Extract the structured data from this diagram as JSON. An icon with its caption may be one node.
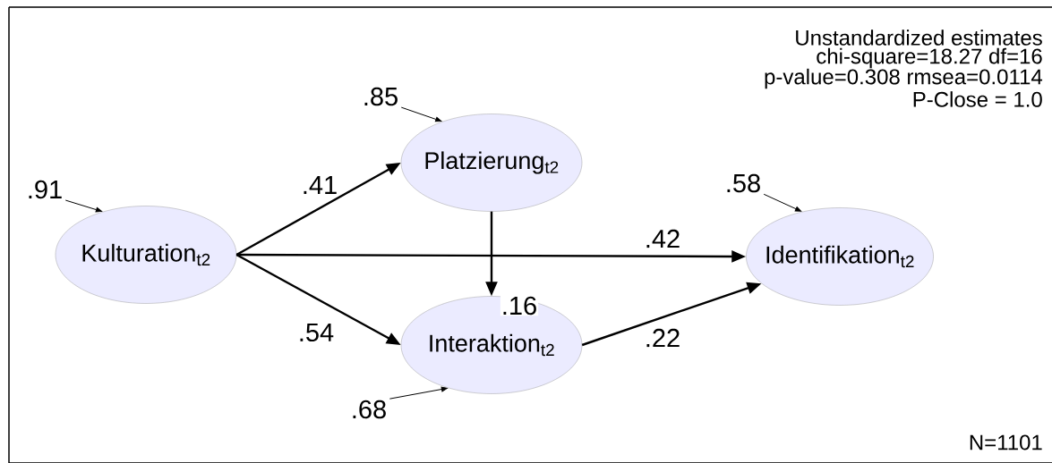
{
  "diagram": {
    "nodes": [
      {
        "text": [
          "Kulturation$_{t2}$"
        ]
      },
      {
        "text": [
          "Platzierung$_{t2}$"
        ]
      },
      {
        "text": [
          "Interaktion$_{t2}$"
        ]
      },
      {
        "text": [
          "Identifikation$_{t2}$"
        ]
      },
      {
        "text": [
          ".91"
        ]
      },
      {
        "text": [
          ".85"
        ]
      },
      {
        "text": [
          ".58"
        ]
      },
      {
        "text": [
          ".68"
        ]
      }
    ],
    "edges": [
      {
        "from": 0,
        "to": 1,
        "arrow": "to",
        "label": ".41"
      },
      {
        "from": 0,
        "to": 2,
        "arrow": "to",
        "label": ".54"
      },
      {
        "from": 0,
        "to": 3,
        "arrow": "to",
        "label": ".42"
      },
      {
        "from": 1,
        "to": 2,
        "arrow": "to",
        "label": ".16"
      },
      {
        "from": 2,
        "to": 3,
        "arrow": "to",
        "label": ".22"
      },
      {
        "from": 4,
        "to": 0,
        "arrow": "to"
      },
      {
        "from": 5,
        "to": 1,
        "arrow": "to"
      },
      {
        "from": 6,
        "to": 3,
        "arrow": "to"
      },
      {
        "from": 7,
        "to": 2,
        "arrow": "to"
      }
    ],
    "labels": [
      "Unstandardized estimates",
      "chi-square=18.27 df=16",
      "p-value=0.308 rmsea=0.0114",
      "P-Close = 1.0",
      "N=1101"
    ]
  }
}
